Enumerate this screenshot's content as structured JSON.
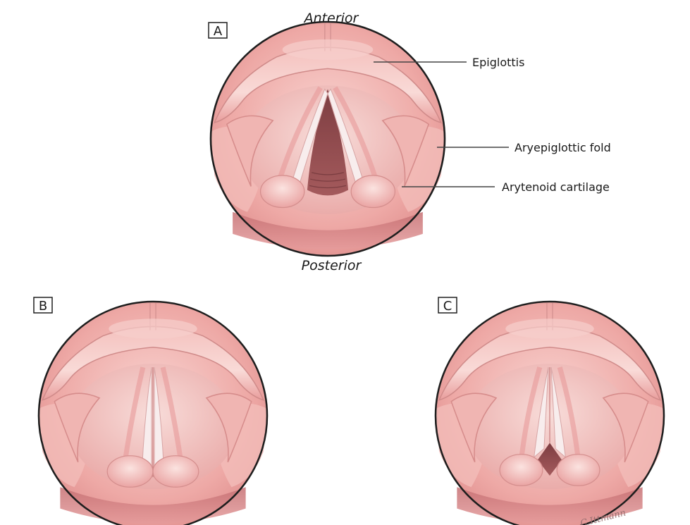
{
  "orientation": {
    "anterior": "Anterior",
    "posterior": "Posterior"
  },
  "panels": [
    {
      "letter": "A",
      "glottis": "open"
    },
    {
      "letter": "B",
      "glottis": "closed"
    },
    {
      "letter": "C",
      "glottis": "posterior-gap"
    }
  ],
  "labels": {
    "epiglottis": "Epiglottis",
    "aryepiglottic_fold": "Aryepiglottic fold",
    "arytenoid_cartilage": "Arytenoid cartilage"
  },
  "signature": "C.Ittmann",
  "colors": {
    "outline": "#1e1e1e",
    "tissue_light": "#f6c7c4",
    "tissue_mid": "#eaa3a1",
    "tissue_dark": "#cf7f80",
    "cavity": "#8c4a4d",
    "cord": "#f7ecec"
  }
}
